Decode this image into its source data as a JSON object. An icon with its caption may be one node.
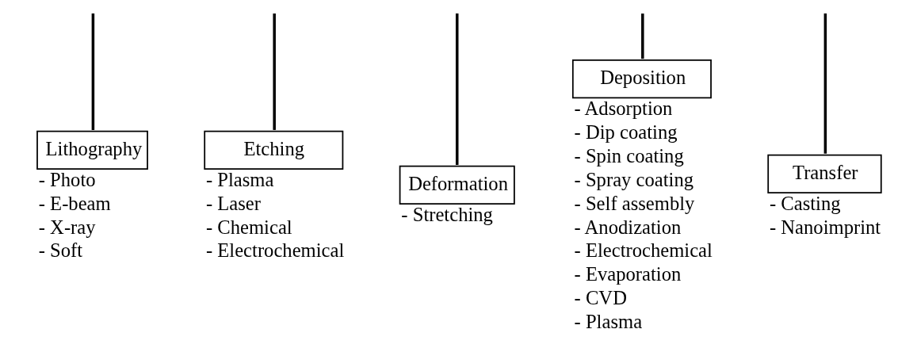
{
  "diagram": {
    "nodes": [
      {
        "text": [
          "Lithography"
        ],
        "beside": [
          "- Photo",
          "- E-beam",
          "- X-ray",
          "- Soft"
        ]
      },
      {
        "text": [
          "Etching"
        ],
        "beside": [
          "- Plasma",
          "- Laser",
          "- Chemical",
          "- Electrochemical"
        ]
      },
      {
        "text": [
          "Deformation"
        ],
        "beside": [
          "- Stretching"
        ]
      },
      {
        "text": [
          "Deposition"
        ],
        "beside": [
          "- Adsorption",
          "- Dip coating",
          "- Spin coating",
          "- Spray coating",
          "- Self assembly",
          "- Anodization",
          "- Electrochemical",
          "- Evaporation",
          "- CVD",
          "- Plasma"
        ]
      },
      {
        "text": [
          "Transfer"
        ],
        "beside": [
          "- Casting",
          "- Nanoimprint"
        ]
      }
    ],
    "edges": [
      {
        "from": null,
        "to": 0,
        "arrow": "none"
      },
      {
        "from": null,
        "to": 1,
        "arrow": "none"
      },
      {
        "from": null,
        "to": 2,
        "arrow": "none"
      },
      {
        "from": null,
        "to": 3,
        "arrow": "none"
      },
      {
        "from": null,
        "to": 4,
        "arrow": "none"
      }
    ]
  }
}
